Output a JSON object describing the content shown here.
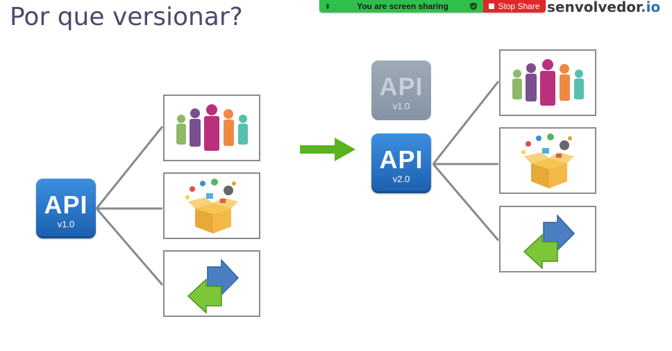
{
  "slide": {
    "title": "Por que versionar?",
    "brand": {
      "name": "senvolvedor",
      "tld": ".io"
    }
  },
  "screen_share": {
    "status_text": "You are screen sharing",
    "stop_label": "Stop Share",
    "colors": {
      "bar": "#2ec04a",
      "stop": "#e02828"
    }
  },
  "diagram": {
    "left": {
      "api": {
        "label": "API",
        "version": "v1.0"
      },
      "consumers": [
        "people-group-icon",
        "app-box-icon",
        "exchange-arrows-icon"
      ]
    },
    "transition_arrow": "right-arrow-icon",
    "right": {
      "old_api": {
        "label": "API",
        "version": "v1.0"
      },
      "new_api": {
        "label": "API",
        "version": "v2.0"
      },
      "consumers": [
        "people-group-icon",
        "app-box-icon",
        "exchange-arrows-icon"
      ]
    },
    "colors": {
      "api_blue": "#1b5fae",
      "api_faded": "#8d9aab",
      "arrow_green": "#59b31f"
    }
  }
}
